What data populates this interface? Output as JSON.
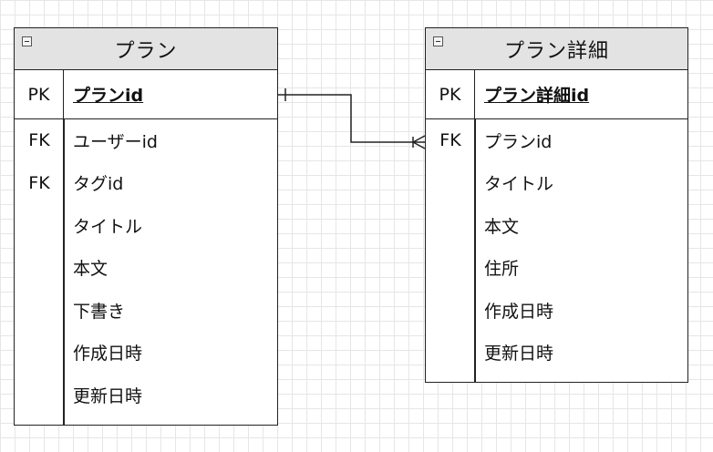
{
  "entities": {
    "plan": {
      "title": "プラン",
      "pk": {
        "key": "PK",
        "name": "プランid"
      },
      "rows": [
        {
          "key": "FK",
          "name": "ユーザーid"
        },
        {
          "key": "FK",
          "name": "タグid"
        },
        {
          "key": "",
          "name": "タイトル"
        },
        {
          "key": "",
          "name": "本文"
        },
        {
          "key": "",
          "name": "下書き"
        },
        {
          "key": "",
          "name": "作成日時"
        },
        {
          "key": "",
          "name": "更新日時"
        }
      ]
    },
    "plan_detail": {
      "title": "プラン詳細",
      "pk": {
        "key": "PK",
        "name": "プラン詳細id"
      },
      "rows": [
        {
          "key": "FK",
          "name": "プランid"
        },
        {
          "key": "",
          "name": "タイトル"
        },
        {
          "key": "",
          "name": "本文"
        },
        {
          "key": "",
          "name": "住所"
        },
        {
          "key": "",
          "name": "作成日時"
        },
        {
          "key": "",
          "name": "更新日時"
        }
      ]
    }
  },
  "relationship": {
    "from": "プラン.プランid",
    "to": "プラン詳細.プランid",
    "from_cardinality": "one",
    "to_cardinality": "one-or-many"
  }
}
